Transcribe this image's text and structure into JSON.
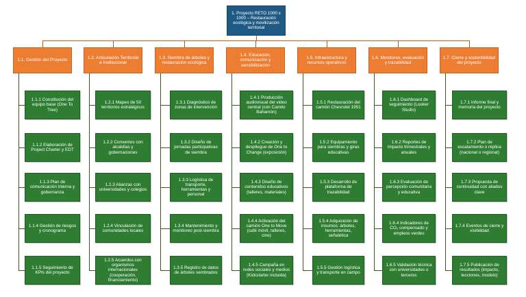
{
  "root": {
    "label": "1. Proyecto RETO 1000 x 1000 – Restauración ecológica y movilización territorial"
  },
  "branches": [
    {
      "label": "1.1. Gestión del Proyecto",
      "items": [
        "1.1.1 Constitución del equipo base (One To Tree)",
        "1.1.2 Elaboración de Project Charter y EDT",
        "1.1.3 Plan de comunicación interna y gobernanza",
        "1.1.4 Gestión de riesgos y cronograma",
        "1.1.5 Seguimiento de KPIs del proyecto"
      ]
    },
    {
      "label": "1.2. Articulación Territorial e Institucional",
      "items": [
        "1.2.1 Mapeo de 50 territorios estratégicos",
        "1.2.2 Convenios con alcaldías y gobernaciones",
        "1.2.3 Alianzas con universidades y colegios",
        "1.2.4 Vinculación de comunidades locales",
        "1.2.5 Acuerdos con organismos internacionales (cooperación, financiamiento)"
      ]
    },
    {
      "label": "1.3. Siembra de árboles y restauración ecológica",
      "items": [
        "1.3.1 Diagnóstico de zonas de intervención",
        "1.3.2 Diseño de jornadas participativas de siembra",
        "1.3.3 Logística de transporte, herramientas y personal",
        "1.3.4 Mantenimiento y monitoreo post-siembra",
        "1.3.5 Registro de datos de árboles sembrados"
      ]
    },
    {
      "label": "1.4. Educación, comunicación y sensibilización",
      "items": [
        "1.4.1 Producción audiovisual del video central (con Camilo Bahamón)",
        "1.4.2 Creación y despliegue de One to Change (exposición)",
        "1.4.3 Diseño de contenidos educativos (talleres, materiales)",
        "1.4.4 Activación del camión One to Move (café móvil, talleres, cine)",
        "1.4.5 Campaña en redes sociales y medios (Kickstarter incluida)"
      ]
    },
    {
      "label": "1.5. Infraestructura y recursos operativos",
      "items": [
        "1.5.1 Restauración del camión Chevrolet 1951",
        "1.5.2 Equipamiento para siembras y giras educativas",
        "1.5.3 Desarrollo de plataforma de trazabilidad",
        "1.5.4 Adquisición de insumos: árboles, herramientas, señalética",
        "1.5.5 Gestión logística y transporte en campo"
      ]
    },
    {
      "label": "1.6. Monitoreo, evaluación y trazabilidad",
      "items": [
        "1.6.1 Dashboard de seguimiento (Looker Studio)",
        "1.6.2 Reportes de impacto trimestrales y anuales",
        "1.6.3 Evaluación de percepción comunitaria y educativa",
        "1.6.4 Indicadores de CO₂ compensado y empleos verdes",
        "1.6.5 Validación técnica con universidades o terceros"
      ]
    },
    {
      "label": "1.7. Cierre y sostenibilidad del proyecto",
      "items": [
        "1.7.1 Informe final y memoria del proyecto",
        "1.7.2 Plan de escalamiento o réplica (nacional o regional)",
        "1.7.3 Propuesta de continuidad con aliados clave",
        "1.7.4 Eventos de cierre y visibilidad",
        "1.7.5 Publicación de resultados (impacto, lecciones, modelo)"
      ]
    }
  ]
}
